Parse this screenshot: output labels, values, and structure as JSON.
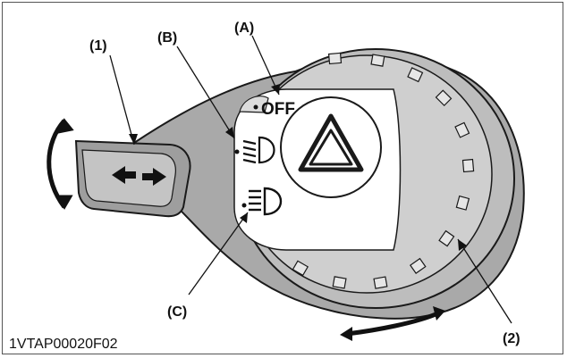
{
  "callouts": {
    "a": "(A)",
    "b": "(B)",
    "c": "(C)",
    "one": "(1)",
    "two": "(2)"
  },
  "switch_positions": {
    "off_label": "OFF",
    "low_beam_icon": "headlight-low-beam-icon",
    "high_beam_icon": "headlight-high-beam-icon"
  },
  "hazard_icon": "hazard-warning-triangle-icon",
  "figure_code": "1VTAP00020F02",
  "colors": {
    "housing": "#a9a9a9",
    "dial": "#cfcfcf",
    "dial_face": "#ffffff",
    "outline": "#1a1a1a"
  }
}
